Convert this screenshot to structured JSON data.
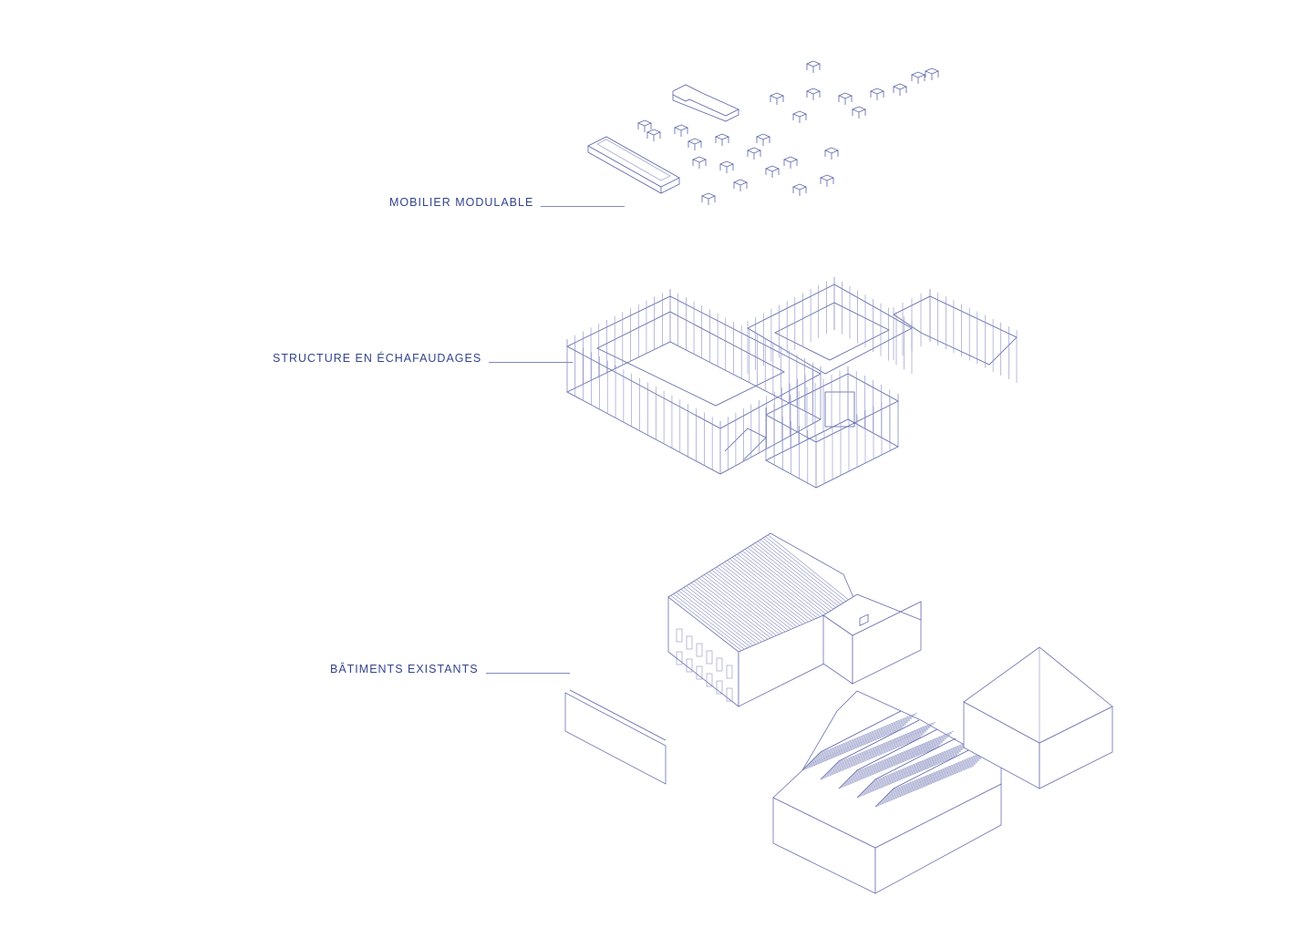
{
  "layers": [
    {
      "id": "furniture",
      "label": "MOBILIER MODULABLE"
    },
    {
      "id": "scaffolding",
      "label": "STRUCTURE EN ÉCHAFAUDAGES"
    },
    {
      "id": "buildings",
      "label": "BÂTIMENTS EXISTANTS"
    }
  ],
  "colors": {
    "text": "#34448c",
    "line": "#5a63a8",
    "leader": "#7f89bd"
  }
}
